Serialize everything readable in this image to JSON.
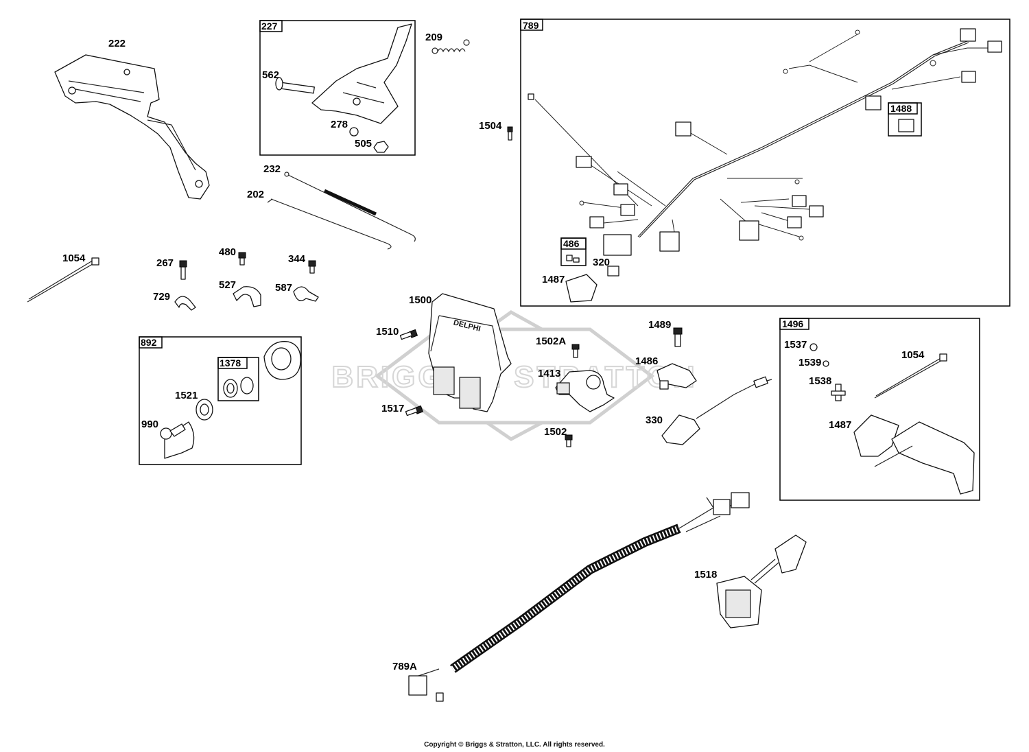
{
  "watermark": "BRIGGS & STRATTON",
  "ecu_brand": "DELPHI",
  "copyright": "Copyright © Briggs & Stratton, LLC. All rights reserved.",
  "boxes": {
    "b227": "227",
    "b789": "789",
    "b1488": "1488",
    "b486": "486",
    "b892": "892",
    "b1378": "1378",
    "b1496": "1496"
  },
  "labels": {
    "l222": "222",
    "l562": "562",
    "l278": "278",
    "l505": "505",
    "l209": "209",
    "l232": "232",
    "l202": "202",
    "l1504": "1504",
    "l1054a": "1054",
    "l267": "267",
    "l480": "480",
    "l344": "344",
    "l729": "729",
    "l527": "527",
    "l587": "587",
    "l1500": "1500",
    "l1510": "1510",
    "l1517": "1517",
    "l1502a": "1502A",
    "l1413": "1413",
    "l1502": "1502",
    "l1489": "1489",
    "l1486": "1486",
    "l330": "330",
    "l320": "320",
    "l1487a": "1487",
    "l1521": "1521",
    "l990": "990",
    "l1537": "1537",
    "l1539": "1539",
    "l1538": "1538",
    "l1054b": "1054",
    "l1487b": "1487",
    "l1518": "1518",
    "l789a": "789A"
  }
}
